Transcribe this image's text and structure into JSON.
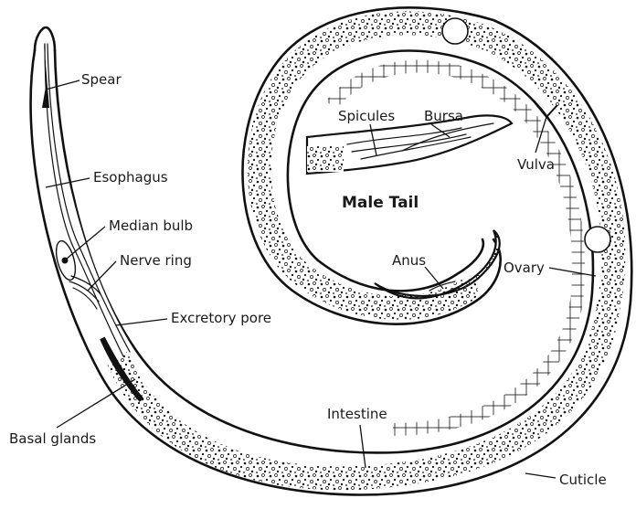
{
  "labels": {
    "spear": "Spear",
    "esophagus": "Esophagus",
    "median_bulb": "Median bulb",
    "nerve_ring": "Nerve ring",
    "excretory_pore": "Excretory pore",
    "basal_glands": "Basal glands",
    "intestine": "Intestine",
    "cuticle": "Cuticle",
    "ovary": "Ovary",
    "vulva": "Vulva",
    "anus": "Anus",
    "spicules": "Spicules",
    "bursa": "Bursa",
    "male_tail": "Male Tail"
  }
}
